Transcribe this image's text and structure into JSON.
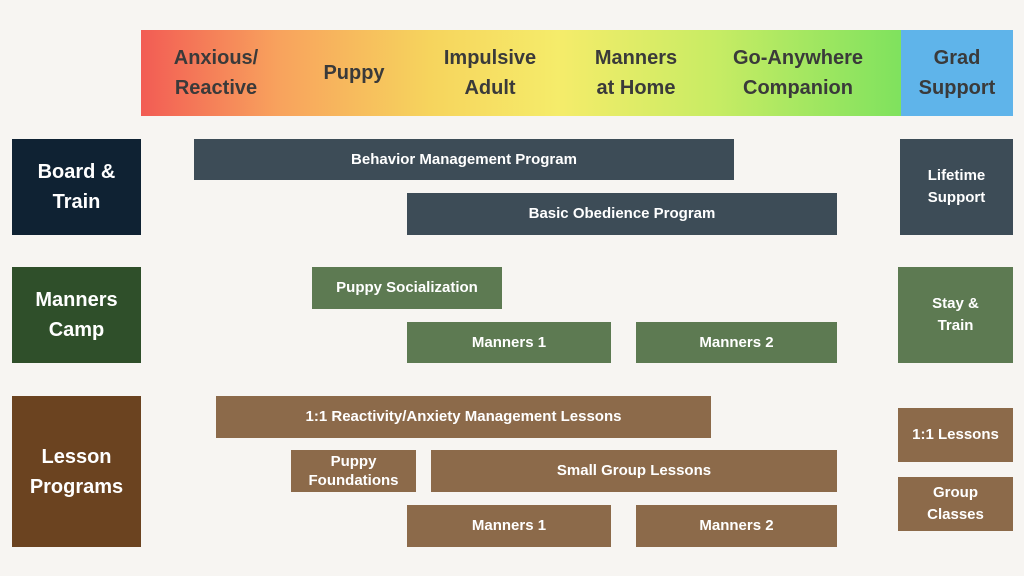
{
  "stages": [
    {
      "label": "Anxious/\nReactive"
    },
    {
      "label": "Puppy"
    },
    {
      "label": "Impulsive\nAdult"
    },
    {
      "label": "Manners\nat Home"
    },
    {
      "label": "Go-Anywhere\nCompanion"
    },
    {
      "label": "Grad\nSupport"
    }
  ],
  "rows": {
    "board_train": {
      "label": "Board &\nTrain",
      "programs": [
        "Behavior Management Program",
        "Basic Obedience Program"
      ],
      "grad": [
        "Lifetime\nSupport"
      ]
    },
    "manners_camp": {
      "label": "Manners\nCamp",
      "programs": [
        "Puppy Socialization",
        "Manners 1",
        "Manners 2"
      ],
      "grad": [
        "Stay &\nTrain"
      ]
    },
    "lesson_programs": {
      "label": "Lesson\nPrograms",
      "programs": [
        "1:1 Reactivity/Anxiety Management Lessons",
        "Puppy\nFoundations",
        "Small Group Lessons",
        "Manners 1",
        "Manners 2"
      ],
      "grad": [
        "1:1 Lessons",
        "Group\nClasses"
      ]
    }
  },
  "colors": {
    "board_label": "#0f2233",
    "board_bar": "#3d4c57",
    "manners_label": "#2f4f2a",
    "manners_bar": "#5d7a52",
    "lesson_label": "#6b4320",
    "lesson_bar": "#8c6a4a",
    "grad_header": "#5fb4ea"
  }
}
